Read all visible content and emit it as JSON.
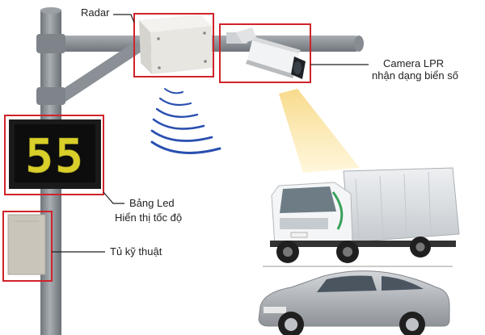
{
  "labels": {
    "radar": "Radar",
    "camera_line1": "Camera LPR",
    "camera_line2": "nhận dạng biển số",
    "led_line1": "Bảng Led",
    "led_line2": "Hiển thị tốc độ",
    "cabinet": "Tủ kỹ thuật",
    "speed_value": "55"
  },
  "colors": {
    "highlight_box": "#d0232a",
    "pole": "#8c9196",
    "led_digits": "#d9cf2a",
    "beam": "#fbe7a8",
    "truck_box": "#dde1e5",
    "car_body": "#b7bbbf",
    "radar_waves": "#2a4fb0"
  },
  "icons": {
    "radar": "radar-unit-icon",
    "camera": "lpr-camera-icon",
    "led": "led-speed-board-icon",
    "cabinet": "technical-cabinet-icon",
    "truck": "truck-icon",
    "car": "sedan-car-icon"
  }
}
